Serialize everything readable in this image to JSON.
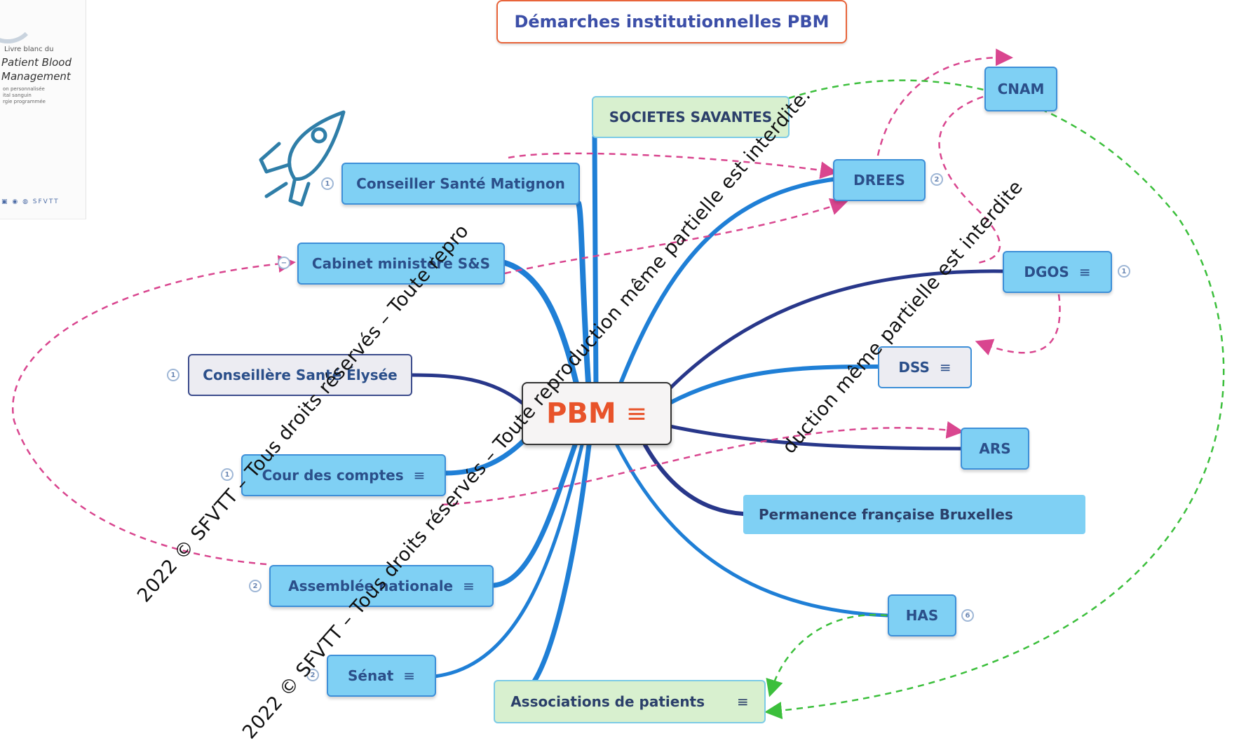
{
  "title": "Démarches institutionnelles PBM",
  "root": {
    "label": "PBM",
    "note_icon": "notes-icon"
  },
  "book_cover": {
    "line1": "Livre blanc du",
    "line2": "Patient Blood",
    "line3": "Management",
    "line4": [
      "on personnalisée",
      "ital sanguin",
      "rgie programmée"
    ],
    "logos": "SFVTT"
  },
  "nodes": {
    "conseiller_sante_matignon": {
      "label": "Conseiller Santé Matignon",
      "badge": "1"
    },
    "cabinet_ministere": {
      "label": "Cabinet ministère S&S"
    },
    "conseillere_elysee": {
      "label": "Conseillère Santé Élysée",
      "badge": "1"
    },
    "cour_des_comptes": {
      "label": "Cour des comptes",
      "badge": "1"
    },
    "assemblee_nationale": {
      "label": "Assemblée nationale",
      "badge": "2"
    },
    "senat": {
      "label": "Sénat",
      "badge": "2"
    },
    "associations_patients": {
      "label": "Associations de patients"
    },
    "societes_savantes": {
      "label": "SOCIETES SAVANTES"
    },
    "drees": {
      "label": "DREES",
      "badge": "2"
    },
    "cnam": {
      "label": "CNAM"
    },
    "dgos": {
      "label": "DGOS",
      "badge": "1"
    },
    "dss": {
      "label": "DSS"
    },
    "ars": {
      "label": "ARS"
    },
    "permanence_bruxelles": {
      "label": "Permanence française Bruxelles"
    },
    "has": {
      "label": "HAS",
      "badge": "6"
    }
  },
  "watermark": {
    "line1": "2022 © SFVTT – Tous droits réservés – Toute repro",
    "line2": "2022 © SFVTT – Tous droits réservés – Toute reproduction même partielle est interdite.",
    "line3": "duction même partielle est interdite"
  },
  "colors": {
    "branch_blue": "#1f7fd6",
    "branch_navy": "#28378a",
    "link_pink": "#d9468f",
    "link_green": "#3cbf3c",
    "root_text": "#e8532a",
    "title_border": "#e8643a",
    "rocket": "#2f7ea8"
  }
}
